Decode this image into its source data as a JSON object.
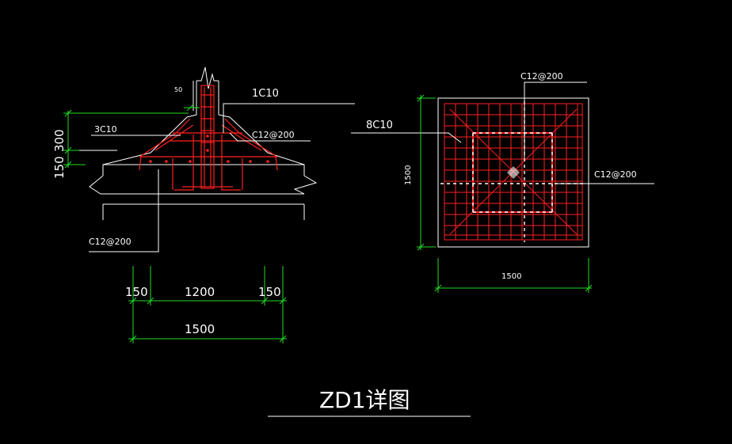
{
  "section_view": {
    "label_top_rebar": "1C10",
    "label_stirrup": "3C10",
    "label_mesh_top": "C12@200",
    "label_mesh_bottom": "C12@200",
    "label_gap": "50",
    "vdim_300": "300",
    "vdim_150": "150",
    "dim_150_left": "150",
    "dim_1200": "1200",
    "dim_150_right": "150",
    "dim_1500": "1500"
  },
  "plan_view": {
    "label_top": "C12@200",
    "label_left": "8C10",
    "label_right": "C12@200",
    "dim_vertical": "1500",
    "dim_horizontal": "1500"
  },
  "title": "ZD1详图",
  "colors": {
    "background": "#000000",
    "outline": "#ffffff",
    "rebar": "#ff2020",
    "dimension": "#22dd22"
  }
}
